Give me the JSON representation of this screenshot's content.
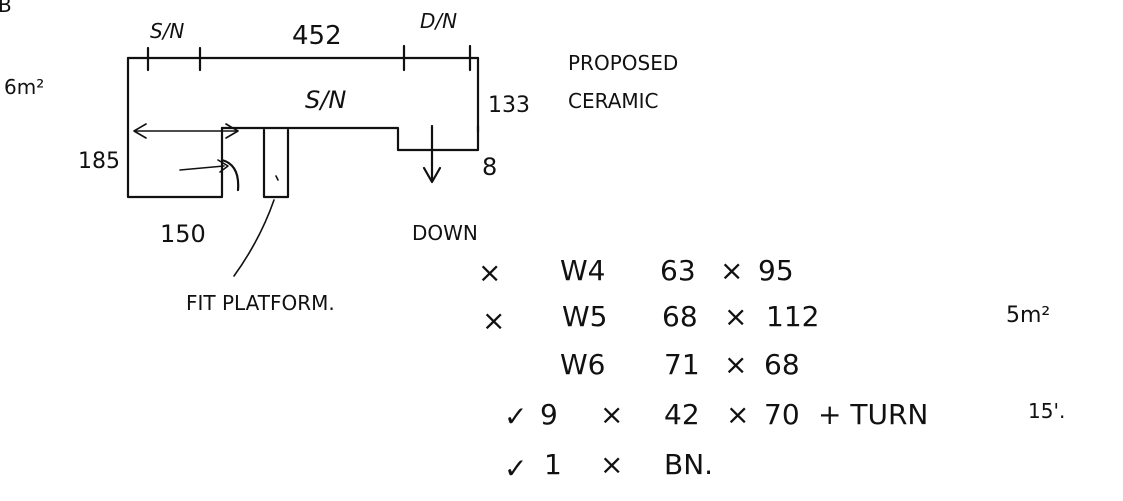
{
  "sketch": {
    "corner_mark": "B",
    "area_left": "6m²",
    "dim_top_sn": "S/N",
    "dim_top_main": "452",
    "dim_top_dn": "D/N",
    "room_label": "S/N",
    "dim_right": "133",
    "dim_left": "185",
    "dim_step": "8",
    "dim_bottom": "150",
    "down_label": "DOWN",
    "platform_label": "FIT PLATFORM."
  },
  "proposed": {
    "line1": "PROPOSED",
    "line2": "CERAMIC"
  },
  "schedule": {
    "rows": [
      {
        "mark": "×",
        "cols": [
          "W4",
          "63",
          "×",
          "95"
        ]
      },
      {
        "mark": "×",
        "cols": [
          "W5",
          "68",
          "×",
          "112"
        ]
      },
      {
        "mark": "",
        "cols": [
          "W6",
          "71",
          "×",
          "68"
        ]
      },
      {
        "mark": "✓",
        "cols": [
          "9",
          "×",
          "42",
          "×",
          "70",
          "+ TURN"
        ]
      },
      {
        "mark": "✓",
        "cols": [
          "1",
          "×",
          "BN."
        ]
      }
    ],
    "side_note_area": "5m²",
    "side_note_count": "15'."
  }
}
